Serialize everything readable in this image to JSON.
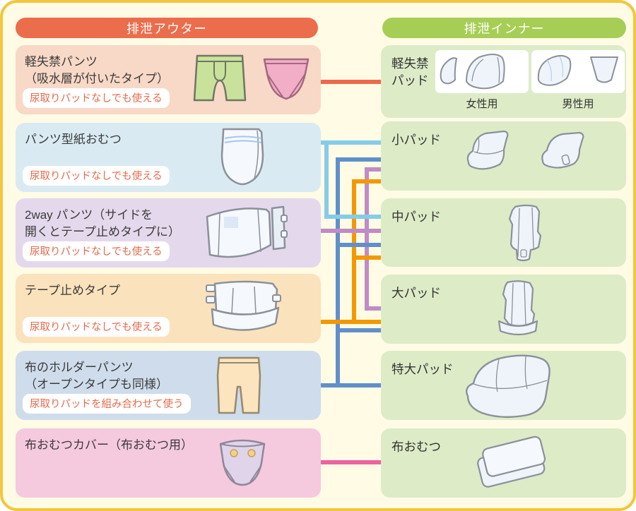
{
  "page": {
    "background": "#FFFBE5",
    "border_color": "#F2C63E"
  },
  "outer": {
    "header": "排泄アウター",
    "header_bg": "#EB6D4B",
    "items": [
      {
        "title1": "軽失禁パンツ",
        "title2": "（吸水層が付いたタイプ）",
        "note": "尿取りパッドなしでも使える",
        "bg": "#F8D8C6",
        "illustrations": [
          "boxer-briefs",
          "briefs"
        ]
      },
      {
        "title1": "パンツ型紙おむつ",
        "title2": "",
        "note": "尿取りパッドなしでも使える",
        "bg": "#D9EAF2",
        "illustrations": [
          "pull-up-diaper"
        ]
      },
      {
        "title1": "2way パンツ（サイドを",
        "title2": "開くとテープ止めタイプに）",
        "note": "尿取りパッドなしでも使える",
        "bg": "#E4D9EC",
        "illustrations": [
          "two-way-diaper"
        ]
      },
      {
        "title1": "テープ止めタイプ",
        "title2": "",
        "note": "尿取りパッドなしでも使える",
        "bg": "#FAE2BC",
        "illustrations": [
          "tape-diaper"
        ]
      },
      {
        "title1": "布のホルダーパンツ",
        "title2": "（オープンタイプも同様）",
        "note": "尿取りパッドを組み合わせて使う",
        "bg": "#CFDCEB",
        "illustrations": [
          "holder-pants"
        ]
      },
      {
        "title1": "布おむつカバー（布おむつ用）",
        "title2": "",
        "note": "",
        "bg": "#F5C9DE",
        "illustrations": [
          "diaper-cover"
        ]
      }
    ]
  },
  "inner": {
    "header": "排泄インナー",
    "header_bg": "#A6CE55",
    "item_bg": "#DDEBC7",
    "items": [
      {
        "label1": "軽失禁",
        "label2": "パッド",
        "female_label": "女性用",
        "male_label": "男性用",
        "illustrations": [
          "female-pads",
          "male-pads"
        ]
      },
      {
        "label1": "小パッド",
        "label2": "",
        "illustrations": [
          "small-pad-a",
          "small-pad-b"
        ]
      },
      {
        "label1": "中パッド",
        "label2": "",
        "illustrations": [
          "medium-pad"
        ]
      },
      {
        "label1": "大パッド",
        "label2": "",
        "illustrations": [
          "large-pad"
        ]
      },
      {
        "label1": "特大パッド",
        "label2": "",
        "illustrations": [
          "extra-large-pad"
        ]
      },
      {
        "label1": "布おむつ",
        "label2": "",
        "illustrations": [
          "folded-cloth-diaper"
        ]
      }
    ]
  },
  "connections": [
    {
      "from": "軽失禁パンツ",
      "to": [
        "軽失禁パッド"
      ],
      "color_key": "red"
    },
    {
      "from": "パンツ型紙おむつ",
      "to": [
        "小パッド",
        "中パッド"
      ],
      "color_key": "lightblue"
    },
    {
      "from": "2wayパンツ",
      "to": [
        "小パッド",
        "中パッド",
        "大パッド"
      ],
      "color_key": "purple"
    },
    {
      "from": "テープ止めタイプ",
      "to": [
        "小パッド",
        "中パッド",
        "大パッド"
      ],
      "color_key": "orange"
    },
    {
      "from": "布のホルダーパンツ",
      "to": [
        "小パッド",
        "中パッド",
        "大パッド",
        "特大パッド"
      ],
      "color_key": "blue"
    },
    {
      "from": "布おむつカバー",
      "to": [
        "布おむつ"
      ],
      "color_key": "pink"
    }
  ],
  "connector_colors": {
    "red": "#EC6A4B",
    "lightblue": "#85CCE8",
    "blue": "#6090CB",
    "orange": "#F39800",
    "purple": "#C08CC4",
    "pink": "#EE61A2"
  },
  "connector_segments": [
    [
      "v",
      455,
      195,
      6,
      111,
      "lightblue"
    ],
    [
      "v",
      471,
      219,
      6,
      326,
      "blue"
    ],
    [
      "v",
      494,
      250,
      6,
      205,
      "orange"
    ],
    [
      "v",
      512,
      233,
      6,
      203,
      "purple"
    ],
    [
      "h",
      450,
      109,
      85,
      6,
      "red"
    ],
    [
      "h",
      450,
      195,
      85,
      6,
      "lightblue"
    ],
    [
      "h",
      455,
      300,
      80,
      6,
      "lightblue"
    ],
    [
      "h",
      471,
      219,
      64,
      6,
      "blue"
    ],
    [
      "h",
      471,
      340,
      64,
      6,
      "blue"
    ],
    [
      "h",
      471,
      461,
      64,
      6,
      "blue"
    ],
    [
      "h",
      450,
      539,
      85,
      6,
      "blue"
    ],
    [
      "h",
      494,
      250,
      41,
      6,
      "orange"
    ],
    [
      "h",
      494,
      358,
      41,
      6,
      "orange"
    ],
    [
      "h",
      450,
      449,
      85,
      6,
      "orange"
    ],
    [
      "h",
      512,
      233,
      23,
      6,
      "purple"
    ],
    [
      "h",
      450,
      320,
      85,
      6,
      "purple"
    ],
    [
      "h",
      512,
      430,
      23,
      6,
      "purple"
    ],
    [
      "h",
      450,
      648,
      85,
      6,
      "pink"
    ]
  ]
}
